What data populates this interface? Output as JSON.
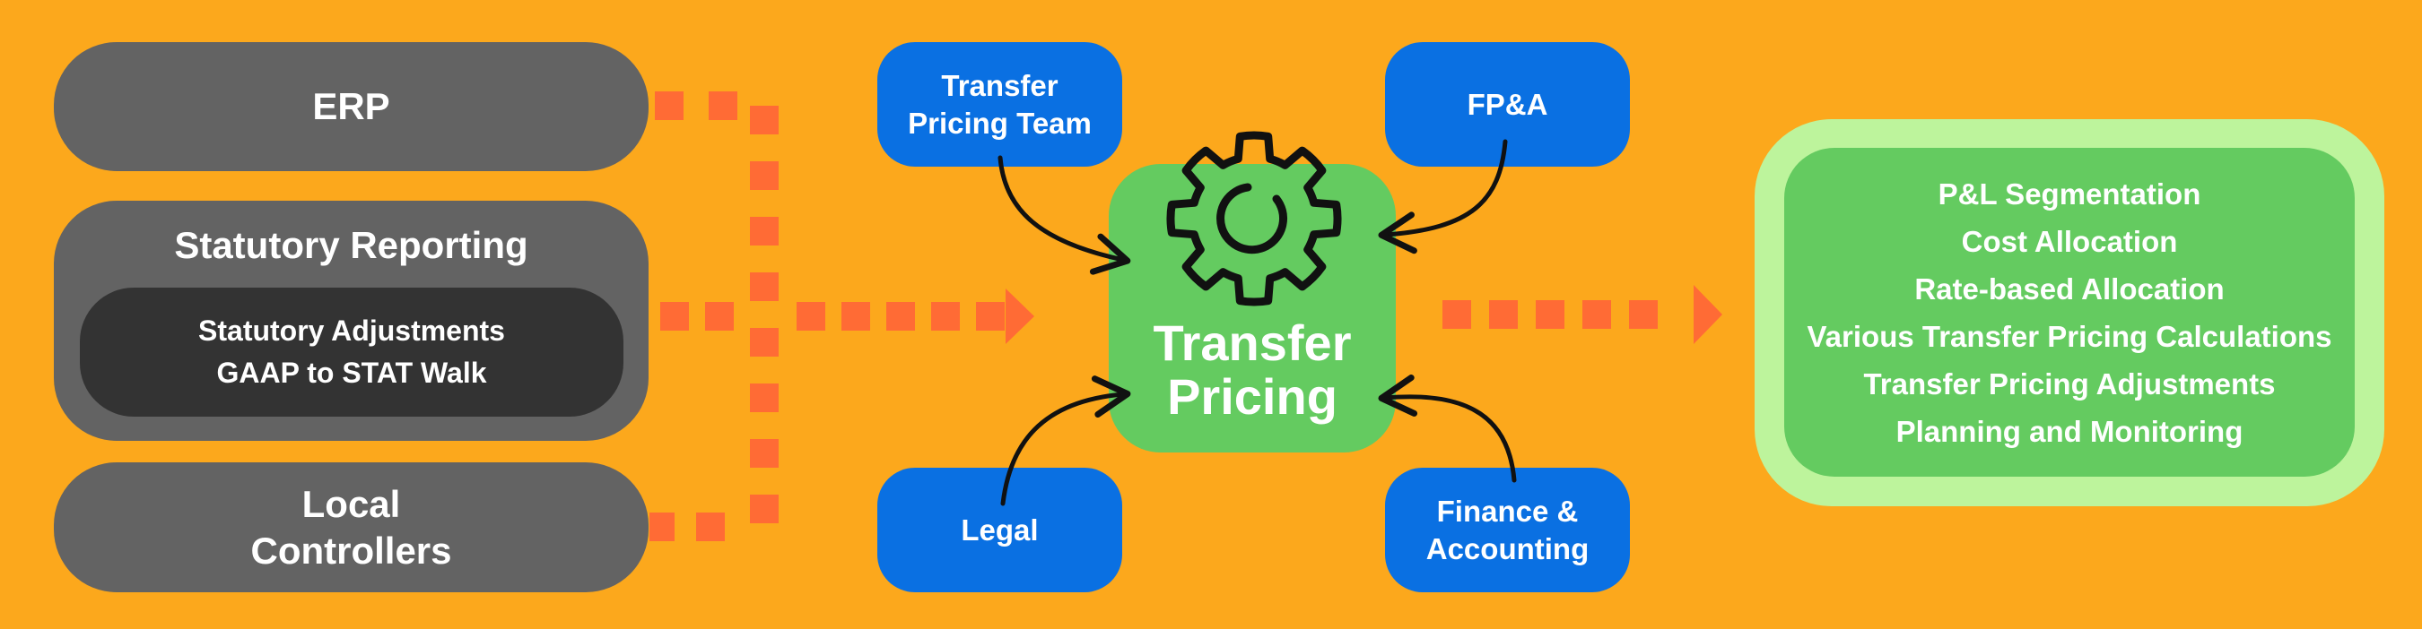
{
  "sources": {
    "erp": "ERP",
    "statutory": {
      "title": "Statutory Reporting",
      "items": [
        "Statutory Adjustments",
        "GAAP to STAT Walk"
      ]
    },
    "local_controllers": [
      "Local",
      "Controllers"
    ]
  },
  "center": {
    "title": [
      "Transfer",
      "Pricing"
    ],
    "icon": "gear-icon"
  },
  "stakeholders": {
    "tp_team": [
      "Transfer",
      "Pricing Team"
    ],
    "fpa": "FP&A",
    "legal": "Legal",
    "finance": [
      "Finance &",
      "Accounting"
    ]
  },
  "outputs": {
    "items": [
      "P&L Segmentation",
      "Cost Allocation",
      "Rate-based Allocation",
      "Various Transfer Pricing Calculations",
      "Transfer Pricing Adjustments",
      "Planning and Monitoring"
    ]
  },
  "colors": {
    "background": "#FCA81C",
    "source_box": "#636363",
    "source_inner": "#333333",
    "stakeholder_box": "#0A70E2",
    "center_box": "#64CB60",
    "output_outer": "#BDF49C",
    "output_inner": "#64CB60",
    "connector": "#FF6B35",
    "arrow": "#111111"
  }
}
